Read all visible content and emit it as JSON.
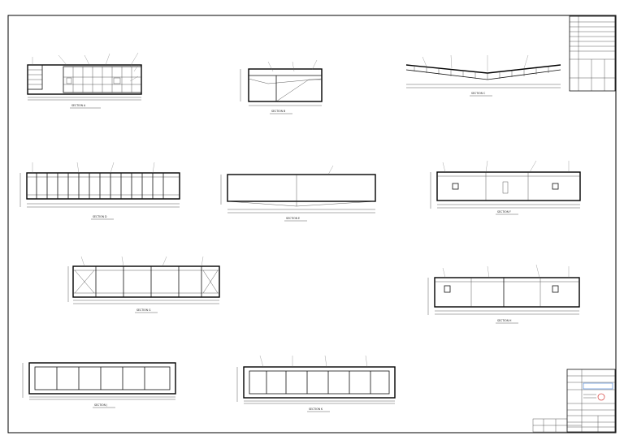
{
  "sheet": {
    "border_color": "#000000",
    "title_block_accent": "#3a7bd5",
    "logo_accent": "#d9534f"
  },
  "sections": [
    {
      "id": "s1",
      "caption": "SECTION A",
      "labels": [
        "",
        "",
        "",
        "",
        "",
        "",
        ""
      ]
    },
    {
      "id": "s2",
      "caption": "SECTION B",
      "labels": [
        "",
        "",
        ""
      ]
    },
    {
      "id": "s3",
      "caption": "SECTION C",
      "labels": [
        "",
        "",
        "",
        ""
      ]
    },
    {
      "id": "s4",
      "caption": "SECTION D",
      "labels": [
        "",
        "",
        "",
        ""
      ]
    },
    {
      "id": "s5",
      "caption": "SECTION E",
      "labels": [
        "",
        ""
      ]
    },
    {
      "id": "s6",
      "caption": "SECTION F",
      "labels": [
        "",
        "",
        "",
        ""
      ]
    },
    {
      "id": "s7",
      "caption": "SECTION G",
      "labels": [
        "",
        "",
        "",
        ""
      ]
    },
    {
      "id": "s8",
      "caption": "SECTION H",
      "labels": [
        "",
        "",
        "",
        ""
      ]
    },
    {
      "id": "s9",
      "caption": "SECTION J",
      "labels": [
        "",
        ""
      ]
    },
    {
      "id": "s10",
      "caption": "SECTION K",
      "labels": [
        "",
        "",
        "",
        ""
      ]
    }
  ]
}
